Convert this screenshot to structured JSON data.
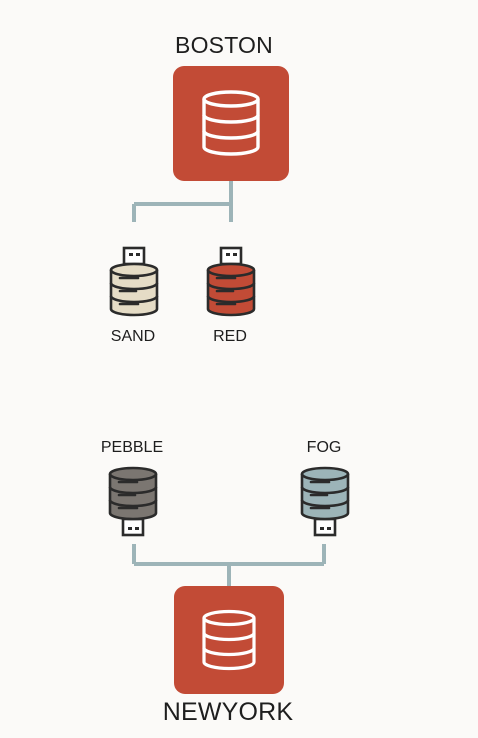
{
  "colors": {
    "background": "#fbfaf8",
    "site_box": "#c24b36",
    "connector": "#9db4b8",
    "outline": "#2b2b2b"
  },
  "sites": {
    "top": {
      "label": "BOSTON",
      "icon": "database-icon",
      "children": [
        {
          "label": "SAND",
          "icon": "usb-drive-icon",
          "color": "#e5dcc6"
        },
        {
          "label": "RED",
          "icon": "usb-drive-icon",
          "color": "#c24b36"
        }
      ]
    },
    "bottom": {
      "label": "NEWYORK",
      "icon": "database-icon",
      "children": [
        {
          "label": "PEBBLE",
          "icon": "usb-drive-icon",
          "color": "#7b7671"
        },
        {
          "label": "FOG",
          "icon": "usb-drive-icon",
          "color": "#9cb4b8"
        }
      ]
    }
  }
}
